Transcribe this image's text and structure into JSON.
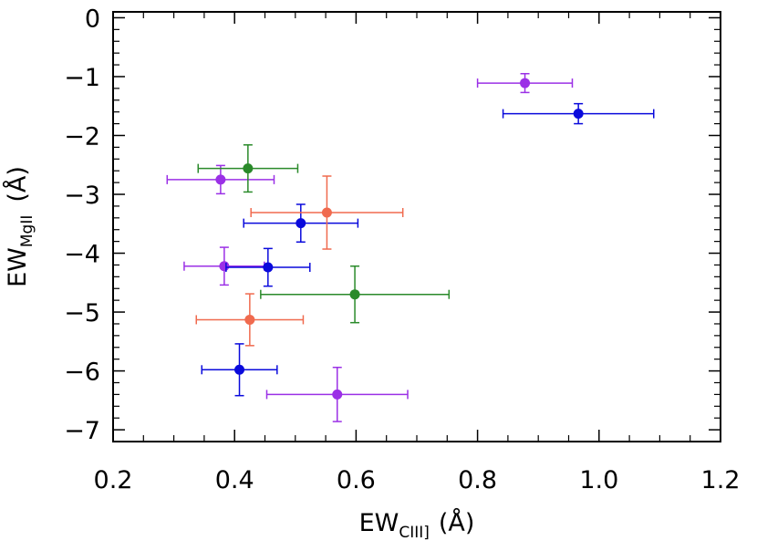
{
  "chart_data": {
    "type": "scatter",
    "title": "",
    "xlabel": {
      "main": "EW",
      "sub": "CIII]",
      "unit": "(Å)"
    },
    "ylabel": {
      "main": "EW",
      "sub": "MgII",
      "unit": "(Å)"
    },
    "xlim": [
      0.2,
      1.2
    ],
    "ylim": [
      -7.2,
      0.1
    ],
    "xticks": [
      0.2,
      0.4,
      0.6,
      0.8,
      1.0,
      1.2
    ],
    "xtick_labels": [
      "0.2",
      "0.4",
      "0.6",
      "0.8",
      "1.0",
      "1.2"
    ],
    "yticks": [
      0,
      -1,
      -2,
      -3,
      -4,
      -5,
      -6,
      -7
    ],
    "ytick_labels": [
      "0",
      "−1",
      "−2",
      "−3",
      "−4",
      "−5",
      "−6",
      "−7"
    ],
    "grid": false,
    "legend": "none",
    "series": [
      {
        "color": "#9b30e6",
        "points": [
          {
            "x": 0.878,
            "y": -1.11,
            "x_err": [
              0.078,
              0.078
            ],
            "y_err": [
              0.16,
              0.16
            ]
          },
          {
            "x": 0.377,
            "y": -2.75,
            "x_err": [
              0.088,
              0.088
            ],
            "y_err": [
              0.24,
              0.24
            ]
          },
          {
            "x": 0.383,
            "y": -4.22,
            "x_err": [
              0.066,
              0.066
            ],
            "y_err": [
              0.32,
              0.32
            ]
          },
          {
            "x": 0.569,
            "y": -6.4,
            "x_err": [
              0.116,
              0.116
            ],
            "y_err": [
              0.46,
              0.46
            ]
          }
        ]
      },
      {
        "color": "#0a0adc",
        "points": [
          {
            "x": 0.966,
            "y": -1.63,
            "x_err": [
              0.124,
              0.124
            ],
            "y_err": [
              0.17,
              0.17
            ]
          },
          {
            "x": 0.509,
            "y": -3.49,
            "x_err": [
              0.094,
              0.094
            ],
            "y_err": [
              0.32,
              0.32
            ]
          },
          {
            "x": 0.455,
            "y": -4.24,
            "x_err": [
              0.069,
              0.069
            ],
            "y_err": [
              0.32,
              0.32
            ]
          },
          {
            "x": 0.408,
            "y": -5.98,
            "x_err": [
              0.062,
              0.062
            ],
            "y_err": [
              0.44,
              0.44
            ]
          }
        ]
      },
      {
        "color": "#2a8a2a",
        "points": [
          {
            "x": 0.422,
            "y": -2.56,
            "x_err": [
              0.082,
              0.082
            ],
            "y_err": [
              0.4,
              0.4
            ]
          },
          {
            "x": 0.598,
            "y": -4.7,
            "x_err": [
              0.155,
              0.155
            ],
            "y_err": [
              0.48,
              0.48
            ]
          }
        ]
      },
      {
        "color": "#f06a4e",
        "points": [
          {
            "x": 0.552,
            "y": -3.31,
            "x_err": [
              0.125,
              0.125
            ],
            "y_err": [
              0.62,
              0.62
            ]
          },
          {
            "x": 0.425,
            "y": -5.13,
            "x_err": [
              0.088,
              0.088
            ],
            "y_err": [
              0.44,
              0.44
            ]
          }
        ]
      }
    ]
  }
}
